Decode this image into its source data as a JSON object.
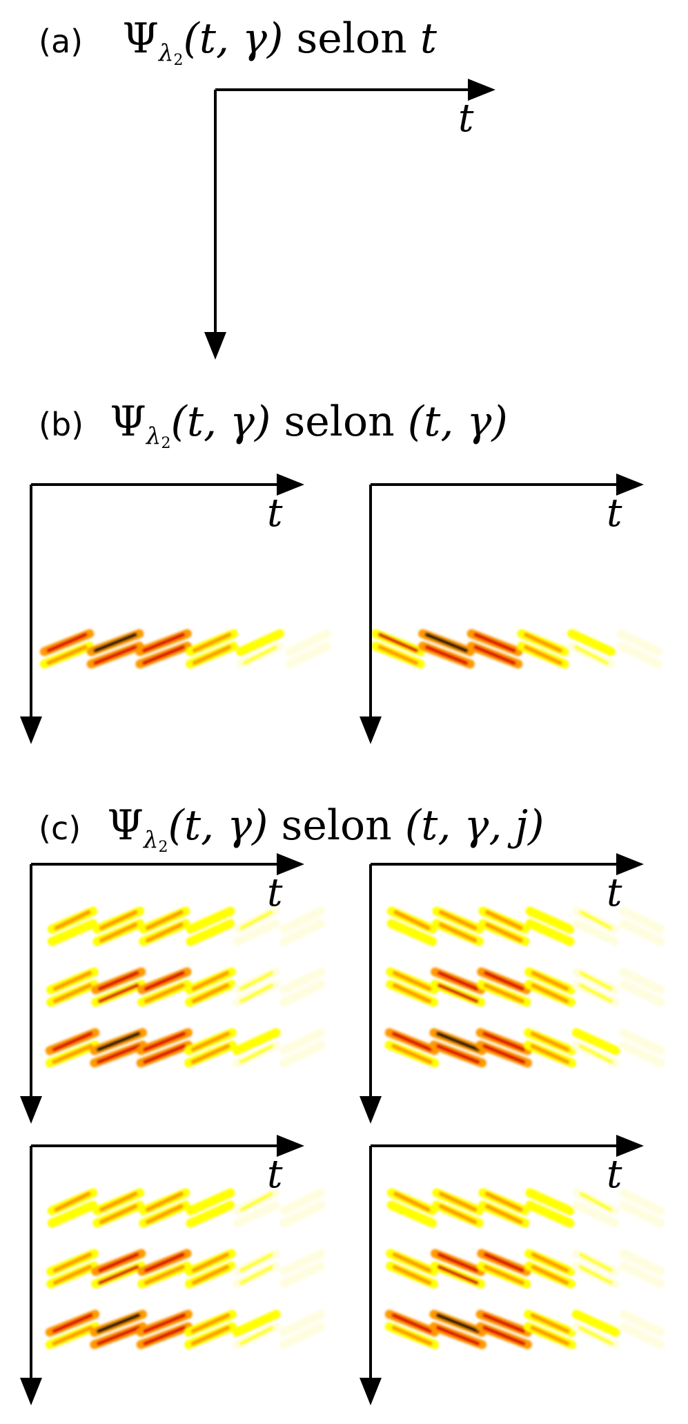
{
  "panels": {
    "a": {
      "letter": "(a)",
      "psi": "Ψ",
      "lambda": "λ",
      "lambda_index": "2",
      "args": "(t, γ)",
      "word": "selon",
      "along": "t"
    },
    "b": {
      "letter": "(b)",
      "psi": "Ψ",
      "lambda": "λ",
      "lambda_index": "2",
      "args": "(t, γ)",
      "word": "selon",
      "along": "(t, γ)"
    },
    "c": {
      "letter": "(c)",
      "psi": "Ψ",
      "lambda": "λ",
      "lambda_index": "2",
      "args": "(t, γ)",
      "word": "selon",
      "along": "(t, γ, j)"
    }
  },
  "axis_label": "t",
  "colormap": [
    "#fffde0",
    "#ffff00",
    "#ff9900",
    "#dd0000",
    "#000000"
  ]
}
